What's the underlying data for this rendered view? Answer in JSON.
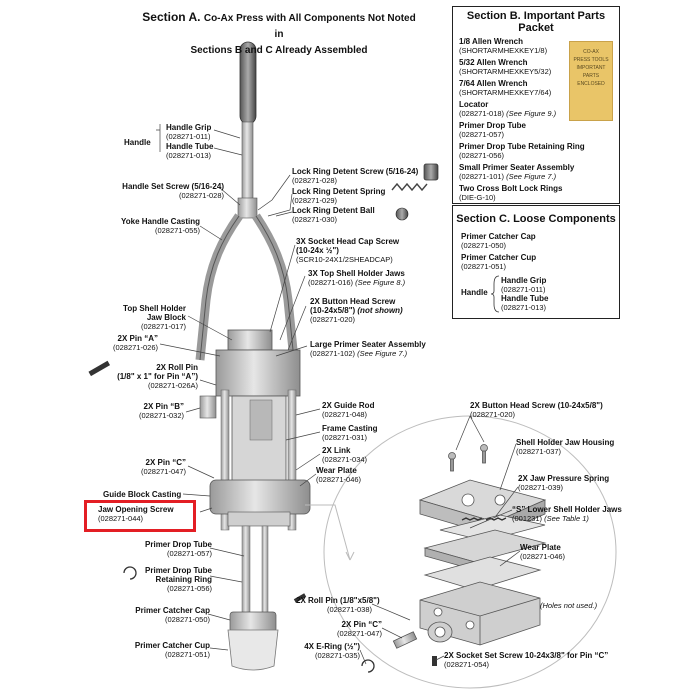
{
  "section_a": {
    "title_bold": "Section A.",
    "title_rest_line1": "Co-Ax Press with All Components Not Noted in",
    "title_rest_line2": "Sections B and C Already Assembled"
  },
  "section_b": {
    "title_line1": "Section B. Important Parts",
    "title_line2": "Packet",
    "packet_text": [
      "CO-AX",
      "PRESS TOOLS",
      "IMPORTANT",
      "PARTS",
      "ENCLOSED"
    ],
    "items": [
      {
        "name": "1/8 Allen Wrench",
        "part": "(SHORTARMHEXKEY1/8)",
        "note": ""
      },
      {
        "name": "5/32 Allen Wrench",
        "part": "(SHORTARMHEXKEY5/32)",
        "note": ""
      },
      {
        "name": "7/64 Allen Wrench",
        "part": "(SHORTARMHEXKEY7/64)",
        "note": ""
      },
      {
        "name": "Locator",
        "part": "(028271-018)",
        "note": "(See Figure 9.)"
      },
      {
        "name": "Primer Drop Tube",
        "part": "(028271-057)",
        "note": ""
      },
      {
        "name": "Primer Drop Tube Retaining Ring",
        "part": "(028271-056)",
        "note": ""
      },
      {
        "name": "Small Primer Seater Assembly",
        "part": "(028271-101)",
        "note": "(See Figure 7.)"
      },
      {
        "name": "Two Cross Bolt Lock Rings",
        "part": "(DIE-G-10)",
        "note": ""
      }
    ]
  },
  "section_c": {
    "title": "Section C. Loose Components",
    "items": [
      {
        "name": "Primer Catcher Cap",
        "part": "(028271-050)"
      },
      {
        "name": "Primer Catcher Cup",
        "part": "(028271-051)"
      }
    ],
    "group_label": "Handle",
    "group_items": [
      {
        "name": "Handle Grip",
        "part": "(028271-011)"
      },
      {
        "name": "Handle Tube",
        "part": "(028271-013)"
      }
    ]
  },
  "labels": {
    "handle_group": "Handle",
    "handle_grip": {
      "name": "Handle Grip",
      "part": "(028271-011)"
    },
    "handle_tube": {
      "name": "Handle Tube",
      "part": "(028271-013)"
    },
    "handle_set_screw": {
      "name": "Handle Set Screw (5/16-24)",
      "part": "(028271-028)"
    },
    "yoke_handle_casting": {
      "name": "Yoke Handle Casting",
      "part": "(028271-055)"
    },
    "lock_ring_detent_screw": {
      "name": "Lock Ring Detent Screw (5/16-24)",
      "part": "(028271-028)"
    },
    "lock_ring_detent_spring": {
      "name": "Lock Ring Detent Spring",
      "part": "(028271-029)"
    },
    "lock_ring_detent_ball": {
      "name": "Lock Ring Detent Ball",
      "part": "(028271-030)"
    },
    "socket_head_cap_screw": {
      "name1": "3X Socket Head Cap Screw",
      "name2": "(10-24x ½\")",
      "part": "(SCR10-24X1/2SHEADCAP)"
    },
    "top_shell_holder_jaws": {
      "name": "3X Top Shell Holder Jaws",
      "part": "(028271-016)",
      "note": "(See Figure 8.)"
    },
    "button_head_screw_top": {
      "name1": "2X Button Head Screw",
      "name2": "(10-24x5/8\")",
      "name2_note": "(not shown)",
      "part": "(028271-020)"
    },
    "top_shell_holder_jaw_block": {
      "name1": "Top Shell Holder",
      "name2": "Jaw Block",
      "part": "(028271-017)"
    },
    "pin_a": {
      "name": "2X Pin “A”",
      "part": "(028271-026)"
    },
    "large_primer_seater": {
      "name": "Large Primer Seater Assembly",
      "part": "(028271-102)",
      "note": "(See Figure 7.)"
    },
    "roll_pin_a": {
      "name1": "2X Roll Pin",
      "name2": "(1/8\" x 1\" for Pin “A”)",
      "part": "(028271-026A)"
    },
    "pin_b": {
      "name": "2X Pin “B”",
      "part": "(028271-032)"
    },
    "guide_rod": {
      "name": "2X Guide Rod",
      "part": "(028271-048)"
    },
    "frame_casting": {
      "name": "Frame Casting",
      "part": "(028271-031)"
    },
    "link": {
      "name": "2X Link",
      "part": "(028271-034)"
    },
    "pin_c": {
      "name": "2X Pin “C”",
      "part": "(028271-047)"
    },
    "wear_plate_main": {
      "name": "Wear Plate",
      "part": "(028271-046)"
    },
    "guide_block_casting": {
      "name": "Guide Block Casting"
    },
    "jaw_opening_screw": {
      "name": "Jaw Opening Screw",
      "part": "(028271-044)"
    },
    "primer_drop_tube": {
      "name": "Primer Drop Tube",
      "part": "(028271-057)"
    },
    "primer_drop_tube_ring": {
      "name1": "Primer Drop Tube",
      "name2": "Retaining Ring",
      "part": "(028271-056)"
    },
    "primer_catcher_cap": {
      "name": "Primer Catcher Cap",
      "part": "(028271-050)"
    },
    "primer_catcher_cup": {
      "name": "Primer Catcher Cup",
      "part": "(028271-051)"
    },
    "detail_button_head_screw": {
      "name": "2X Button Head Screw (10-24x5/8\")",
      "part": "(028271-020)"
    },
    "shell_holder_jaw_housing": {
      "name": "Shell Holder Jaw Housing",
      "part": "(028271-037)"
    },
    "jaw_pressure_spring": {
      "name": "2X Jaw Pressure Spring",
      "part": "(028271-039)"
    },
    "lower_shell_holder_jaws": {
      "name": "“S” Lower Shell Holder Jaws",
      "part": "(001231)",
      "note": "(See Table 1)"
    },
    "wear_plate_detail": {
      "name": "Wear Plate",
      "part": "(028271-046)"
    },
    "holes_not_used": "(Holes not used.)",
    "roll_pin_detail": {
      "name": "2X Roll Pin (1/8\"x5/8\")",
      "part": "(028271-038)"
    },
    "pin_c_detail": {
      "name": "2X Pin “C”",
      "part": "(028271-047)"
    },
    "e_ring": {
      "name": "4X E-Ring (½\")",
      "part": "(028271-035)"
    },
    "socket_set_screw": {
      "name": "2X Socket Set Screw 10-24x3/8\" for Pin “C”",
      "part": "(028271-054)"
    }
  },
  "colors": {
    "highlight": "#e31e24",
    "packet": "#e9c568",
    "metal": "#cfcfcf",
    "line": "#333333"
  }
}
